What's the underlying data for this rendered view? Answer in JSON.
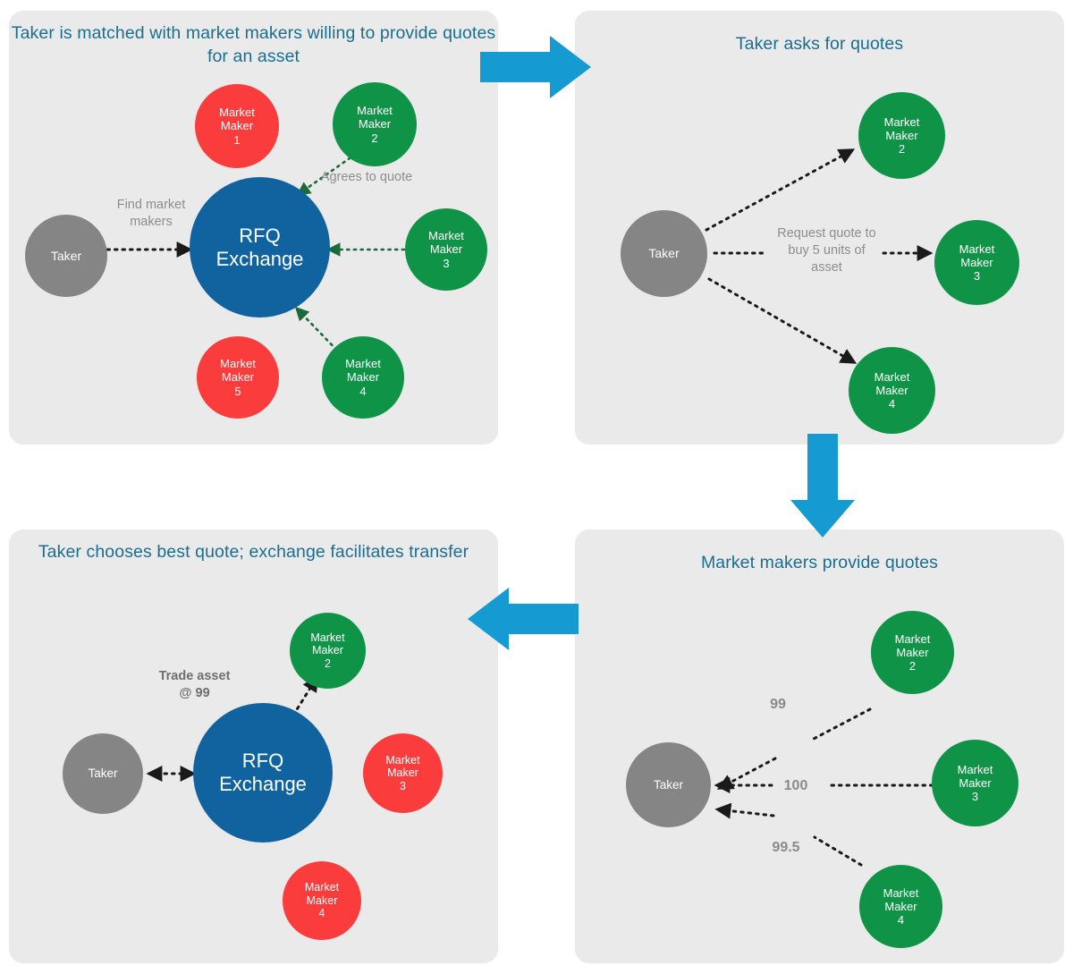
{
  "colors": {
    "background": "#ffffff",
    "panel": "#eaeaea",
    "title": "#1A6E90",
    "taker": "#858585",
    "exchange": "#10639E",
    "maker_active": "#0E9347",
    "maker_inactive": "#FB3C3C",
    "flow_arrow": "#159BD2",
    "edge_label": "#8d8d8d"
  },
  "panels": [
    {
      "id": "panel-1",
      "title": "Taker is matched with market makers\nwilling to provide quotes for an asset",
      "nodes": [
        {
          "name": "taker",
          "label": "Taker",
          "role": "taker"
        },
        {
          "name": "rfq-exchange",
          "label": "RFQ\nExchange",
          "role": "hub"
        },
        {
          "name": "market-maker-1",
          "label": "Market\nMaker\n1",
          "role": "inactive"
        },
        {
          "name": "market-maker-2",
          "label": "Market\nMaker\n2",
          "role": "active"
        },
        {
          "name": "market-maker-3",
          "label": "Market\nMaker\n3",
          "role": "active"
        },
        {
          "name": "market-maker-4",
          "label": "Market\nMaker\n4",
          "role": "active"
        },
        {
          "name": "market-maker-5",
          "label": "Market\nMaker\n5",
          "role": "inactive"
        }
      ],
      "edge_labels": [
        {
          "name": "find-market-makers-label",
          "text": "Find market\nmakers"
        },
        {
          "name": "agrees-to-quote-label",
          "text": "Agrees to quote"
        }
      ]
    },
    {
      "id": "panel-2",
      "title": "Taker asks for quotes",
      "nodes": [
        {
          "name": "taker",
          "label": "Taker",
          "role": "taker"
        },
        {
          "name": "market-maker-2",
          "label": "Market\nMaker\n2",
          "role": "active"
        },
        {
          "name": "market-maker-3",
          "label": "Market\nMaker\n3",
          "role": "active"
        },
        {
          "name": "market-maker-4",
          "label": "Market\nMaker\n4",
          "role": "active"
        }
      ],
      "edge_labels": [
        {
          "name": "request-quote-label",
          "text": "Request quote to\nbuy 5 units of\nasset"
        }
      ]
    },
    {
      "id": "panel-3",
      "title": "Taker chooses best quote;\nexchange facilitates transfer",
      "nodes": [
        {
          "name": "taker",
          "label": "Taker",
          "role": "taker"
        },
        {
          "name": "rfq-exchange",
          "label": "RFQ\nExchange",
          "role": "hub"
        },
        {
          "name": "market-maker-2",
          "label": "Market\nMaker\n2",
          "role": "active"
        },
        {
          "name": "market-maker-3",
          "label": "Market\nMaker\n3",
          "role": "inactive"
        },
        {
          "name": "market-maker-4",
          "label": "Market\nMaker\n4",
          "role": "inactive"
        }
      ],
      "edge_labels": [
        {
          "name": "trade-asset-label",
          "text": "Trade asset\n@ 99"
        }
      ]
    },
    {
      "id": "panel-4",
      "title": "Market makers provide quotes",
      "nodes": [
        {
          "name": "taker",
          "label": "Taker",
          "role": "taker"
        },
        {
          "name": "market-maker-2",
          "label": "Market\nMaker\n2",
          "role": "active"
        },
        {
          "name": "market-maker-3",
          "label": "Market\nMaker\n3",
          "role": "active"
        },
        {
          "name": "market-maker-4",
          "label": "Market\nMaker\n4",
          "role": "active"
        }
      ],
      "edge_labels": [
        {
          "name": "quote-from-mm2",
          "text": "99"
        },
        {
          "name": "quote-from-mm3",
          "text": "100"
        },
        {
          "name": "quote-from-mm4",
          "text": "99.5"
        }
      ]
    }
  ],
  "flow_arrows": [
    {
      "name": "flow-arrow-right-top",
      "direction": "right"
    },
    {
      "name": "flow-arrow-down-right",
      "direction": "down"
    },
    {
      "name": "flow-arrow-left-bottom",
      "direction": "left"
    }
  ]
}
